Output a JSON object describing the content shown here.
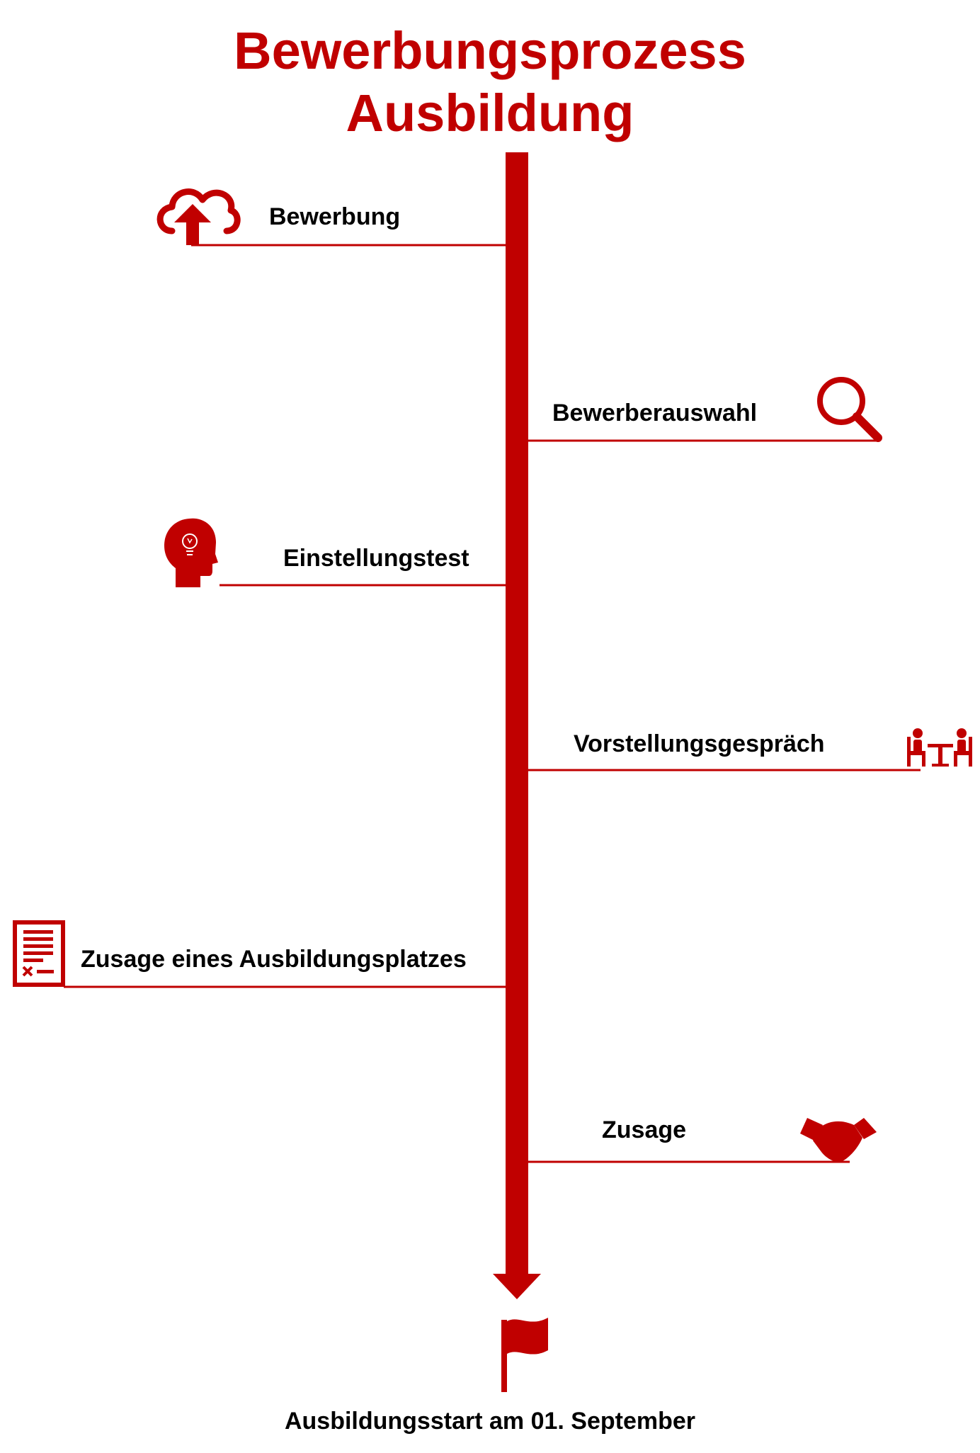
{
  "title": {
    "line1": "Bewerbungsprozess",
    "line2": "Ausbildung"
  },
  "accent_color": "#c00000",
  "text_color": "#000000",
  "steps": [
    {
      "label": "Bewerbung",
      "icon": "cloud-upload-icon"
    },
    {
      "label": "Bewerberauswahl",
      "icon": "magnifier-icon"
    },
    {
      "label": "Einstellungstest",
      "icon": "head-lightbulb-icon"
    },
    {
      "label": "Vorstellungsgespräch",
      "icon": "interview-icon"
    },
    {
      "label": "Zusage eines Ausbildungsplatzes",
      "icon": "contract-icon"
    },
    {
      "label": "Zusage",
      "icon": "handshake-icon"
    }
  ],
  "final": {
    "label": "Ausbildungsstart am 01. September",
    "icon": "flag-icon"
  }
}
